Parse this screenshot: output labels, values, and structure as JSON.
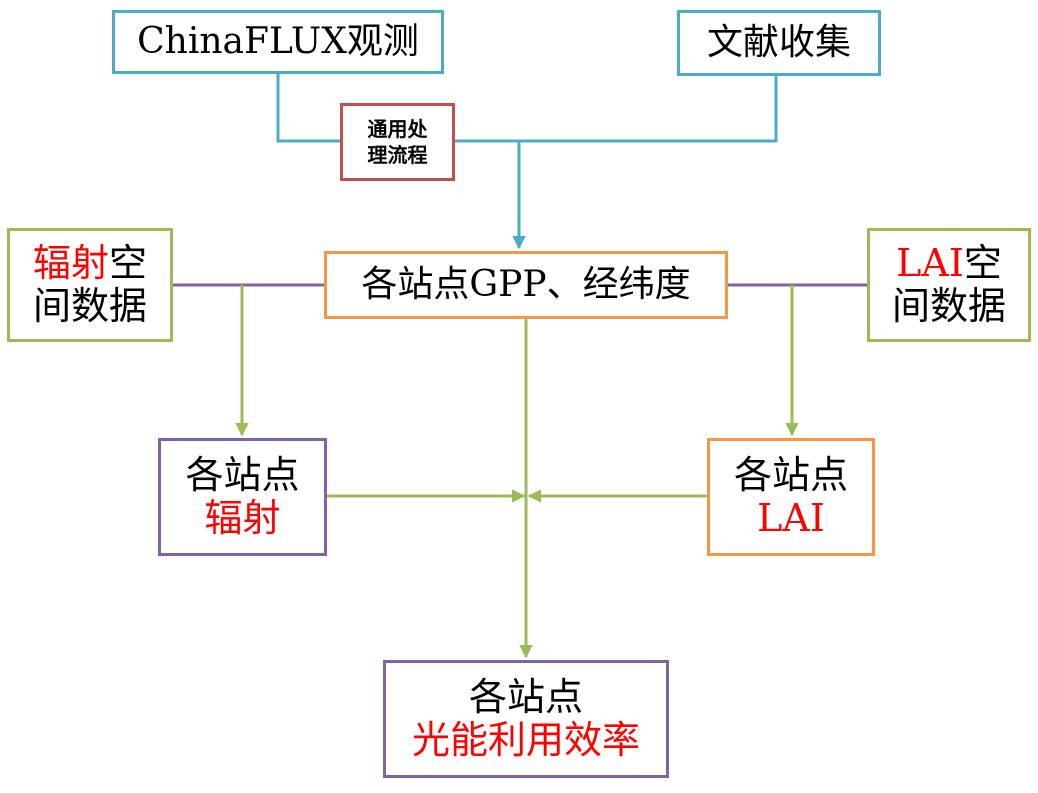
{
  "colors": {
    "teal": "#4bacc6",
    "brown": "#c0504d",
    "orange": "#f79646",
    "green": "#9bbb59",
    "purple": "#8064a2",
    "highlight_text": "#ff0000"
  },
  "boxes": {
    "chinaflux": "ChinaFLUX观测",
    "literature": "文献收集",
    "processing": {
      "line1": "通用处",
      "line2": "理流程"
    },
    "site_gpp": "各站点GPP、经纬度",
    "radiation_spatial": {
      "highlight": "辐射",
      "rest": "空",
      "line2": "间数据"
    },
    "lai_spatial": {
      "highlight": "LAI",
      "rest": "空",
      "line2": "间数据"
    },
    "site_radiation": {
      "line1": "各站点",
      "line2": "辐射"
    },
    "site_lai": {
      "line1": "各站点",
      "line2": "LAI"
    },
    "site_lue": {
      "line1": "各站点",
      "line2": "光能利用效率"
    }
  }
}
